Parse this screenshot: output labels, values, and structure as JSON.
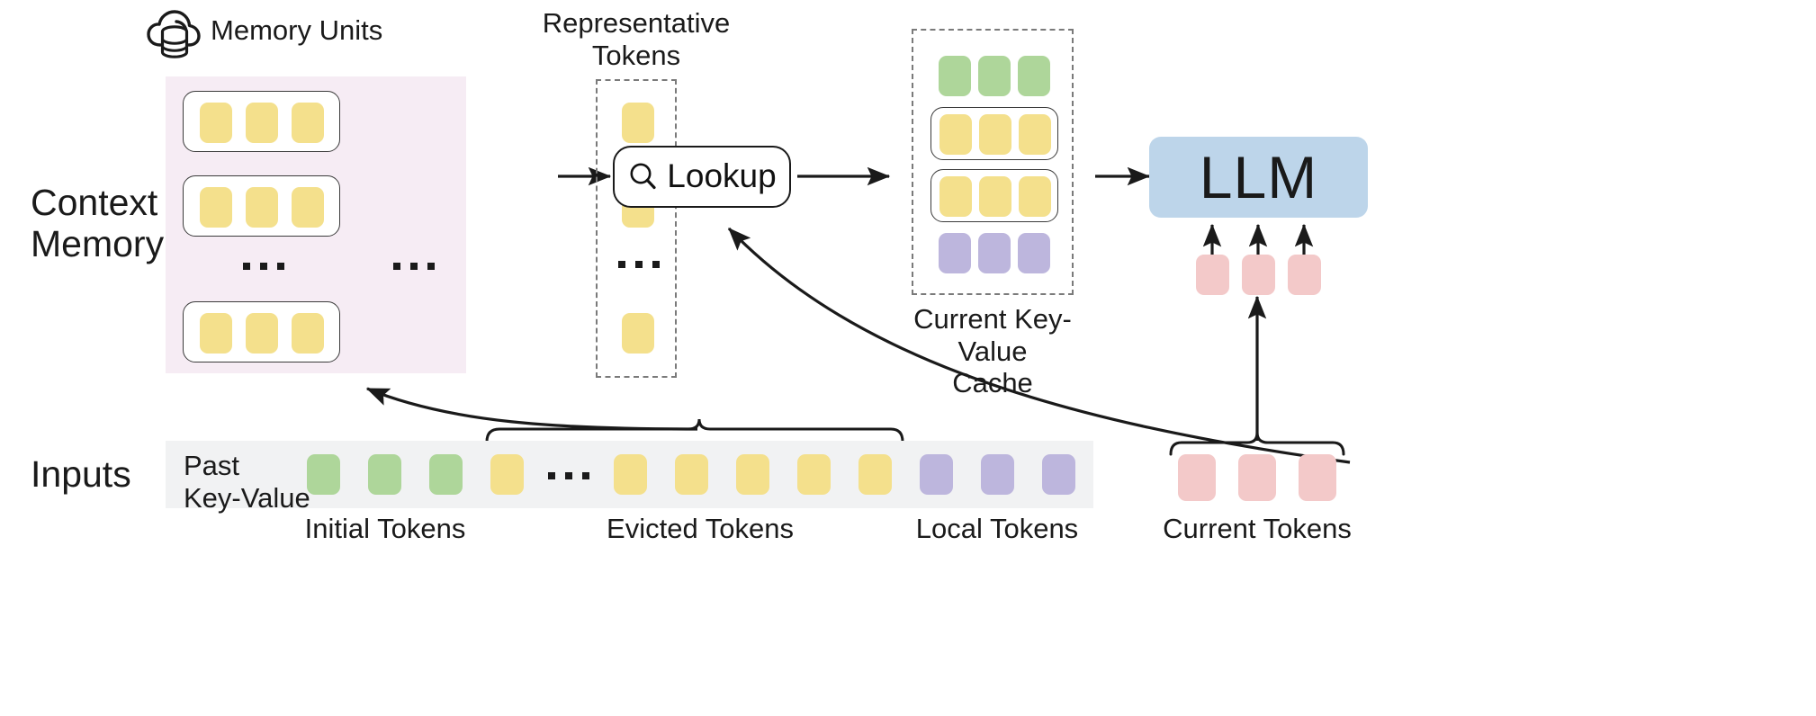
{
  "diagram": {
    "title": "Context Memory LLM inference pipeline",
    "colors": {
      "token_yellow": "#f4e08c",
      "token_green": "#aed69a",
      "token_purple": "#bdb6dd",
      "token_pink": "#f3c9c9",
      "llm_blue": "#bdd5ea",
      "context_panel": "#f6ecf4",
      "inputs_panel": "#f1f2f3",
      "stroke": "#1a1a1a",
      "dashed_stroke": "#7a7a7a"
    },
    "ellipsis": "…"
  },
  "row_labels": {
    "context_memory": "Context\nMemory",
    "inputs": "Inputs"
  },
  "memory_units": {
    "icon": "cloud-database-icon",
    "label": "Memory Units",
    "units": [
      {
        "tokens": [
          "yellow",
          "yellow",
          "yellow"
        ]
      },
      {
        "tokens": [
          "yellow",
          "yellow",
          "yellow"
        ]
      },
      {
        "tokens": [
          "yellow",
          "yellow",
          "yellow"
        ]
      }
    ],
    "ellipsis": "…"
  },
  "representative_tokens": {
    "label": "Representative\nTokens",
    "tokens": [
      "yellow",
      "yellow",
      "yellow"
    ],
    "ellipsis": "…"
  },
  "lookup": {
    "label": "Lookup",
    "icon": "search-icon"
  },
  "kv_cache": {
    "label": "Current Key-Value\nCache",
    "rows": [
      {
        "boxed": false,
        "tokens": [
          "green",
          "green",
          "green"
        ]
      },
      {
        "boxed": true,
        "tokens": [
          "yellow",
          "yellow",
          "yellow"
        ]
      },
      {
        "boxed": true,
        "tokens": [
          "yellow",
          "yellow",
          "yellow"
        ]
      },
      {
        "boxed": false,
        "tokens": [
          "purple",
          "purple",
          "purple"
        ]
      }
    ]
  },
  "llm": {
    "label": "LLM",
    "output_tokens": [
      "pink",
      "pink",
      "pink"
    ]
  },
  "inputs": {
    "past_kv_label": "Past\nKey-Value",
    "sequence": [
      {
        "color": "green",
        "group": "initial"
      },
      {
        "color": "green",
        "group": "initial"
      },
      {
        "color": "green",
        "group": "initial"
      },
      {
        "color": "yellow",
        "group": "evicted"
      },
      {
        "color": "ellipsis",
        "group": "evicted"
      },
      {
        "color": "yellow",
        "group": "evicted"
      },
      {
        "color": "yellow",
        "group": "evicted"
      },
      {
        "color": "yellow",
        "group": "evicted"
      },
      {
        "color": "yellow",
        "group": "evicted"
      },
      {
        "color": "yellow",
        "group": "evicted"
      },
      {
        "color": "purple",
        "group": "local"
      },
      {
        "color": "purple",
        "group": "local"
      },
      {
        "color": "purple",
        "group": "local"
      }
    ],
    "group_labels": {
      "initial": "Initial Tokens",
      "evicted": "Evicted Tokens",
      "local": "Local Tokens"
    },
    "current_tokens": {
      "label": "Current Tokens",
      "tokens": [
        "pink",
        "pink",
        "pink"
      ]
    }
  }
}
